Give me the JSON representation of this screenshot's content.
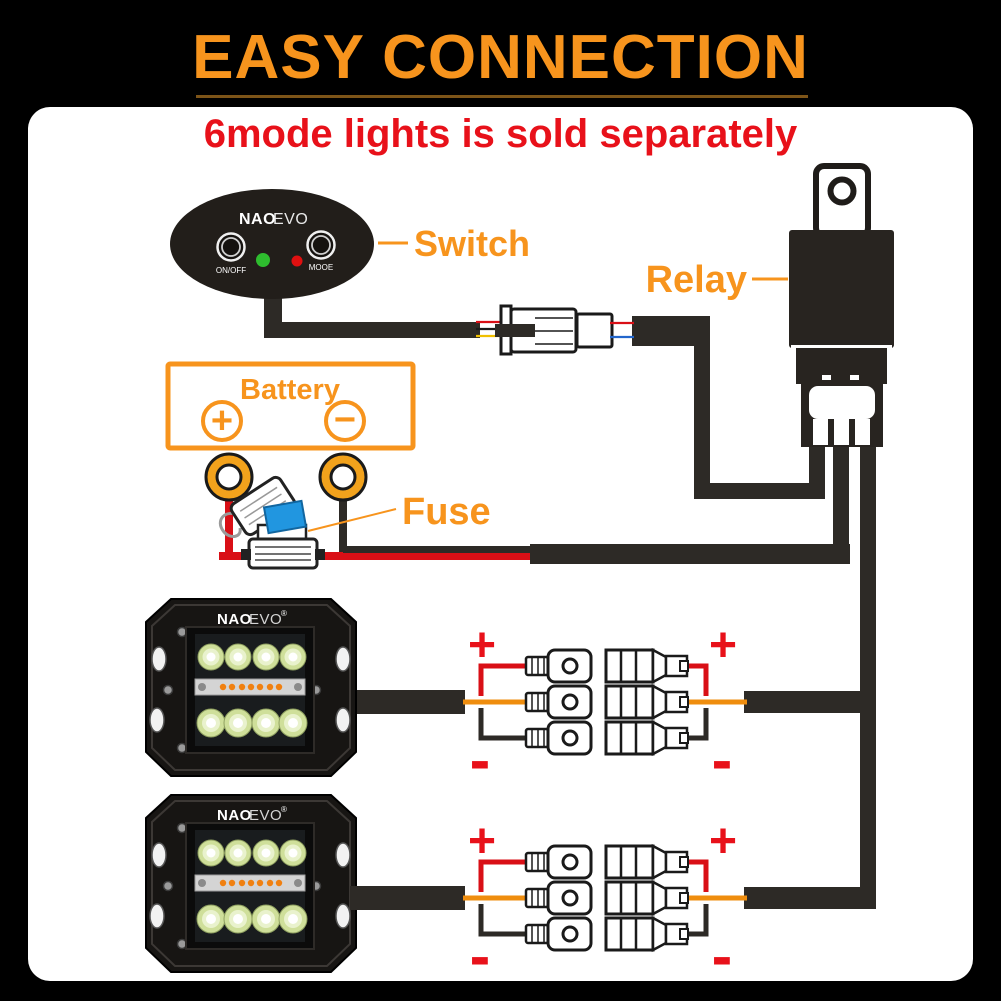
{
  "header": {
    "title": "EASY CONNECTION",
    "subtitle": "6mode lights is sold separately"
  },
  "labels": {
    "switch": "Switch",
    "relay": "Relay",
    "battery": "Battery",
    "fuse": "Fuse"
  },
  "switch_panel": {
    "brand_bold": "NAO",
    "brand_light": "EVO",
    "power_button_label": "ON/OFF",
    "mode_button_label": "MOOE"
  },
  "light_pod": {
    "brand_bold": "NAO",
    "brand_light": "EVO",
    "reg_mark": "®"
  },
  "battery": {
    "plus": "+",
    "minus": "−"
  },
  "connector_polarity": {
    "plus": "+",
    "minus": "-"
  },
  "colors": {
    "accent_orange": "#f7941d",
    "warning_red": "#e8111a",
    "wire_black": "#2d2a26",
    "wire_red": "#d90f16",
    "wire_orange": "#ef8d0e",
    "wire_yellow": "#f0c000",
    "wire_blue": "#2266cc",
    "fuse_blue": "#2196e0",
    "ring_terminal_orange": "#f2a21c",
    "led_indicator_green": "#2ebd2e",
    "led_indicator_red": "#e01010"
  }
}
